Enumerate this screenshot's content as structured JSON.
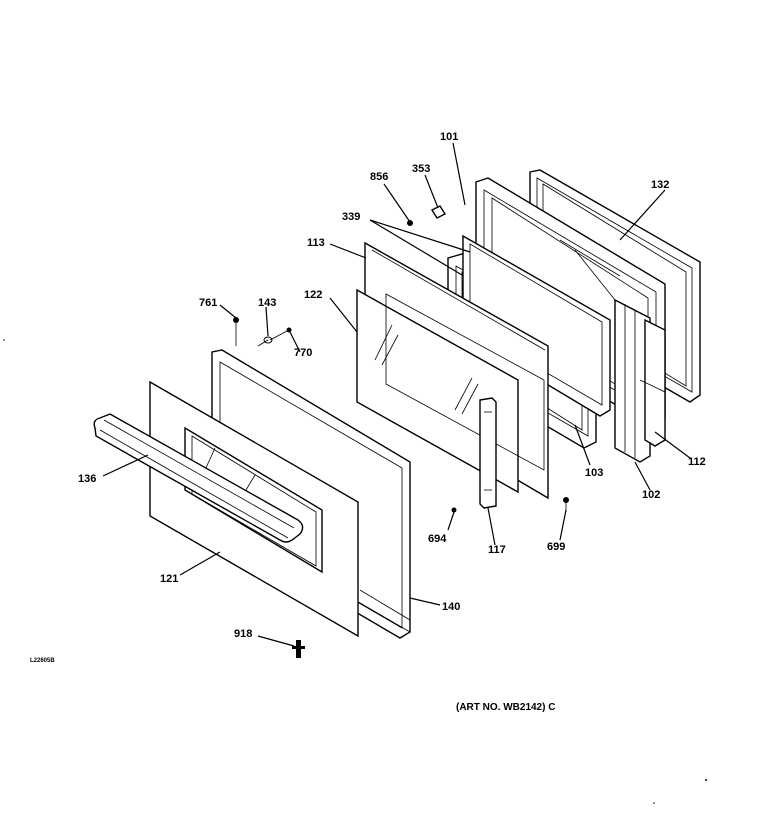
{
  "parts": {
    "p101": "101",
    "p353": "353",
    "p856": "856",
    "p132": "132",
    "p339": "339",
    "p113": "113",
    "p122": "122",
    "p761": "761",
    "p143": "143",
    "p770": "770",
    "p136": "136",
    "p112": "112",
    "p103": "103",
    "p102": "102",
    "p694": "694",
    "p117": "117",
    "p699": "699",
    "p121": "121",
    "p140": "140",
    "p918": "918"
  },
  "corner_code": "L22605B",
  "art_number": "(ART NO. WB2142) C"
}
